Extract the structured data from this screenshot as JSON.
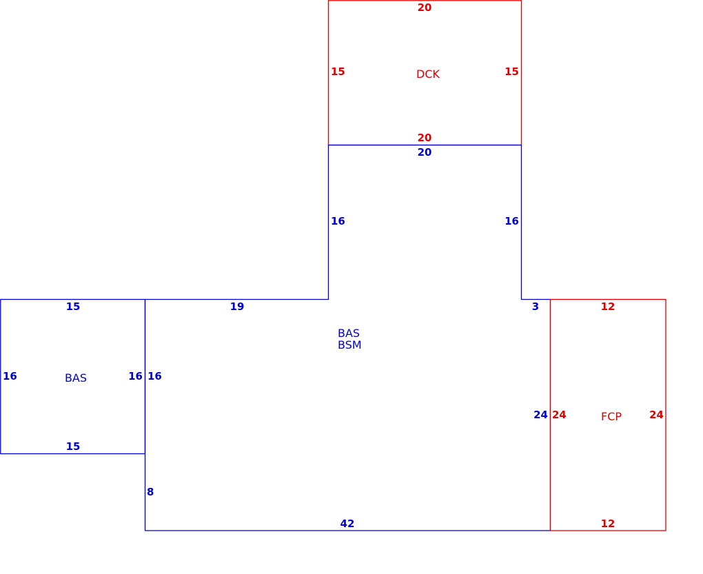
{
  "colors": {
    "primary": "#0000cc",
    "secondary": "#e00000"
  },
  "areas": {
    "dck": {
      "code": "DCK",
      "dims": {
        "top": "20",
        "bottom": "20",
        "left": "15",
        "right": "15"
      }
    },
    "main": {
      "codes": [
        "BAS",
        "BSM"
      ],
      "dims": {
        "upper_top": "20",
        "upper_left": "16",
        "upper_right": "16",
        "top_left": "19",
        "step": "3",
        "left": "16",
        "lower_left": "8",
        "right": "24",
        "bottom": "42"
      }
    },
    "bas_side": {
      "code": "BAS",
      "dims": {
        "top": "15",
        "bottom": "15",
        "left": "16",
        "right": "16"
      }
    },
    "fcp": {
      "code": "FCP",
      "dims": {
        "top": "12",
        "bottom": "12",
        "left": "24",
        "right": "24"
      }
    }
  }
}
